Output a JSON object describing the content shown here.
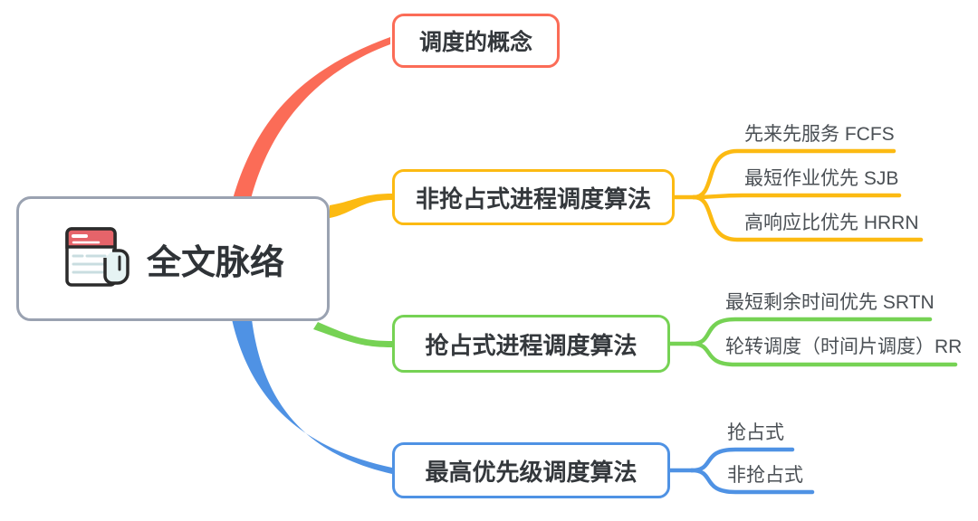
{
  "root": {
    "label": "全文脉络",
    "icon": "document-icon"
  },
  "branches": [
    {
      "label": "调度的概念",
      "color": "#fb6c57",
      "children": []
    },
    {
      "label": "非抢占式进程调度算法",
      "color": "#fcba12",
      "children": [
        "先来先服务 FCFS",
        "最短作业优先 SJB",
        "高响应比优先 HRRN"
      ]
    },
    {
      "label": "抢占式进程调度算法",
      "color": "#76d254",
      "children": [
        "最短剩余时间优先 SRTN",
        "轮转调度（时间片调度）RR"
      ]
    },
    {
      "label": "最高优先级调度算法",
      "color": "#4f92e4",
      "children": [
        "抢占式",
        "非抢占式"
      ]
    }
  ],
  "palette": {
    "root_border": "#9aa2b1",
    "icon_header": "#e6646a",
    "icon_lines": "#c9dde0",
    "topic_text": "#34383c",
    "leaf_text": "#4b5055"
  }
}
